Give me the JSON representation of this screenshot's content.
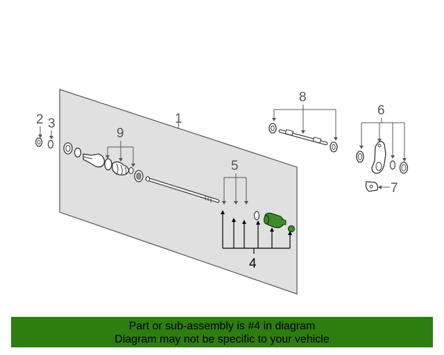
{
  "callouts": {
    "c1": "1",
    "c2": "2",
    "c3": "3",
    "c4": "4",
    "c5": "5",
    "c6": "6",
    "c7": "7",
    "c8": "8",
    "c9": "9"
  },
  "colors": {
    "highlight": "#2e7d0f",
    "part_highlight": "#3d8b2a",
    "panel_fill": "#e0e0e0",
    "line": "#555555"
  },
  "banner": {
    "line1": "Part or sub-assembly is #4 in diagram",
    "line2": "Diagram may not be specific to your vehicle"
  }
}
